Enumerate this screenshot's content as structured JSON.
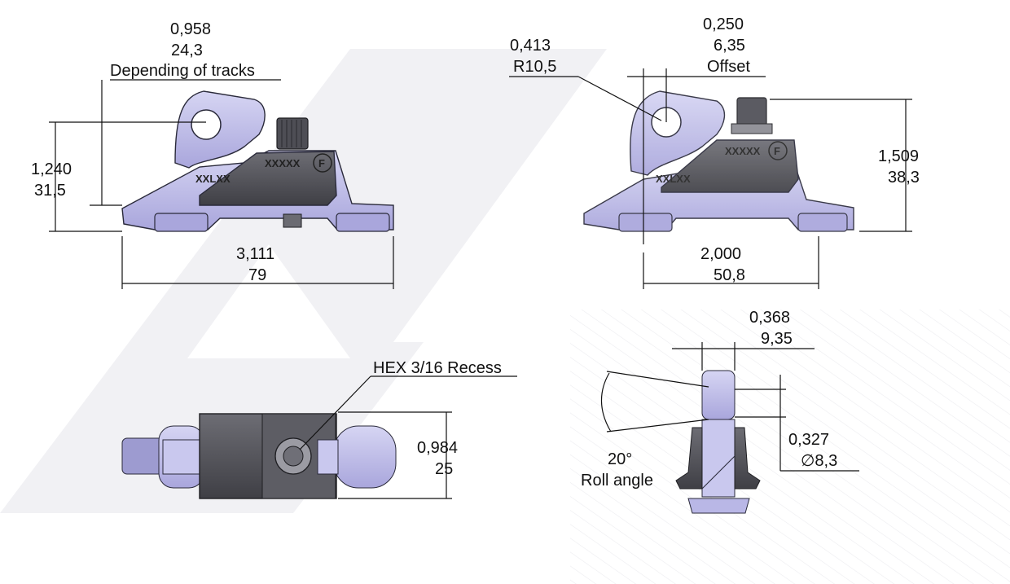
{
  "views": {
    "side_left": {
      "width": {
        "inch": "3,111",
        "mm": "79"
      },
      "height": {
        "inch": "1,240",
        "mm": "31,5"
      },
      "pivot": {
        "inch": "0,958",
        "mm": "24,3",
        "note": "Depending of tracks"
      },
      "markings": [
        "XXLXX",
        "XXXXX",
        "F"
      ]
    },
    "side_right": {
      "radius": {
        "inch": "0,413",
        "mm": "R10,5"
      },
      "offset": {
        "inch": "0,250",
        "mm": "6,35",
        "note": "Offset"
      },
      "height": {
        "inch": "1,509",
        "mm": "38,3"
      },
      "wheelbase": {
        "inch": "2,000",
        "mm": "50,8"
      },
      "markings": [
        "XXLXX",
        "XXXXX",
        "F"
      ]
    },
    "top": {
      "recess": "HEX 3/16 Recess",
      "depth": {
        "inch": "0,984",
        "mm": "25"
      }
    },
    "section": {
      "width": {
        "inch": "0,368",
        "mm": "9,35"
      },
      "diameter": {
        "inch": "0,327",
        "mm": "∅8,3"
      },
      "angle": "20°",
      "angle_note": "Roll angle"
    }
  },
  "colors": {
    "lavender": "#b9b7e6",
    "lavender_dark": "#8f8cc9",
    "grey_dark": "#55555c",
    "grey_mid": "#7a7a82",
    "watermark": "#ececf0"
  }
}
